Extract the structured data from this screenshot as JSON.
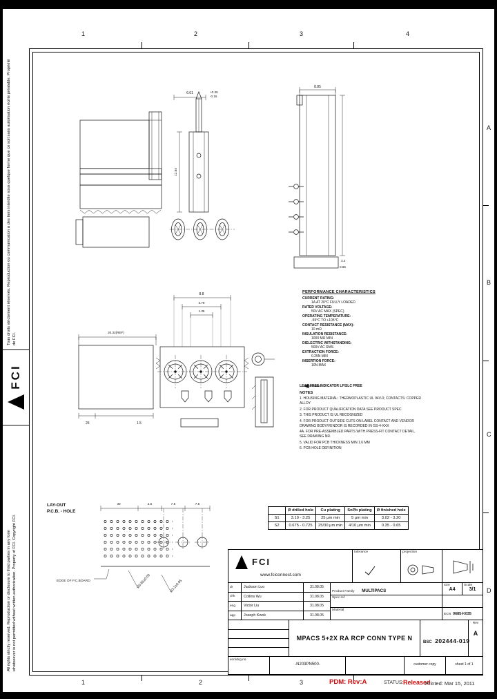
{
  "grid_refs": {
    "top": [
      "1",
      "2",
      "3",
      "4"
    ],
    "bottom": [
      "1",
      "2",
      "3"
    ],
    "right": [
      "A",
      "B",
      "C",
      "D"
    ]
  },
  "footer": {
    "pdm": "PDM: Rev:A",
    "status_label": "STATUS:",
    "status_value": "Released",
    "printed": "Printed: Mar 15, 2011"
  },
  "margin": {
    "fr": "Tous droits strictement réservés. Reproduction ou communication à des tiers interdite sous quelque forme que ce soit sans autorisation écrite préalable. Propriété de FCI.",
    "en": "All rights strictly reserved. Reproduction or disclosure to third parties in any form whatsoever is not permitted without written authorization. Property of FCI. Copyright FCI.",
    "logo_text": "FCI"
  },
  "perf": {
    "title": "PERFORMANCE CHARACTERISTICS",
    "items": [
      {
        "label": "CURRENT RATING:",
        "value": "1A AT 20°C FULLY LOADED"
      },
      {
        "label": "RATED VOLTAGE:",
        "value": "50V AC MAX (SPEC)"
      },
      {
        "label": "OPERATING TEMPERATURE:",
        "value": "-55°C TO +105°C"
      },
      {
        "label": "CONTACT RESISTANCE (MAX):",
        "value": "10 mΩ"
      },
      {
        "label": "INSULATION RESISTANCE:",
        "value": "1000 MΩ MIN"
      },
      {
        "label": "DIELECTRIC WITHSTANDING:",
        "value": "500V AC RMS"
      },
      {
        "label": "EXTRACTION FORCE:",
        "value": "0.25N MIN"
      },
      {
        "label": "INSERTION FORCE:",
        "value": "10N MAX"
      }
    ]
  },
  "notes": {
    "leader": "LEAD FREE INDICATOR LF/SLC FREE",
    "title": "NOTES",
    "lines": [
      "1. HOUSING MATERIAL: THERMOPLASTIC UL 94V-0; CONTACTS: COPPER ALLOY",
      "2. FOR PRODUCT QUALIFICATION DATA SEE PRODUCT SPEC",
      "3. THIS PRODUCT IS UL RECOGNIZED",
      "4. FOR PRODUCT OUTSIDE CUTS ON LABEL CONTACT AND VENDOR DRAWING BODY/VENDOR IS RECORDED IN GS-4-XXX",
      "4A. FOR PRE-ASSEMBLED PARTS WITH PRESS-FIT CONTACT DETAIL, SEE DRAWING NR.",
      "5. VALID FOR PCB THICKNESS MIN 1.6 MM",
      "6. PCB HOLE DEFINITION"
    ]
  },
  "pcb": {
    "label1": "LAY-OUT",
    "label2": "P.C.B. - HOLE",
    "dims": [
      "30",
      "2.5",
      "7.5",
      "7.5"
    ],
    "hole_small": "Ø0.65±0.03",
    "hole_big": "Ø3.2±0.05",
    "edge": "EDGE OF P.C.BOARD"
  },
  "dims": {
    "section_width": "6.61",
    "section_tol_plus": "+0.35",
    "section_tol_minus": "-0.15",
    "section_height": "12.84",
    "side_width": "8.85",
    "side_b1": "3.2",
    "side_b2": "0.65",
    "plan_ref": "20.32(REF)",
    "plan_b1": "25",
    "plan_b2": "1.5",
    "front_w1": "8.8",
    "front_w2": "3.79",
    "front_w3": "1.35"
  },
  "plating_table": {
    "headers": [
      "Ø drilled hole",
      "Cu plating",
      "SnPb plating",
      "Ø finished hole"
    ],
    "rows": [
      {
        "id": "S1",
        "cells": [
          "3.19 - 3.25",
          "25 μm min",
          "5 μm min",
          "3.02 - 3.20"
        ]
      },
      {
        "id": "S2",
        "cells": [
          "0.675 - 0.725",
          "25/30 μm min",
          "4/10 μm min",
          "0.35 - 0.65"
        ]
      }
    ]
  },
  "title_block": {
    "url": "www.fciconnect.com",
    "logo_text": "FCI",
    "tolerance_label": "tolerance",
    "projection_label": "projection",
    "size_label": "size",
    "size_value": "A4",
    "scale_label": "Scale",
    "scale_value": "3/1",
    "approvals": [
      {
        "role": "dr",
        "name": "Jackson Luo",
        "date": "31.08.05"
      },
      {
        "role": "chk",
        "name": "Collins Wu",
        "date": "31.08.05"
      },
      {
        "role": "eng",
        "name": "Victor Liu",
        "date": "31.08.05"
      },
      {
        "role": "app",
        "name": "Joseph Kwok",
        "date": "31.08.05"
      }
    ],
    "product_family_label": "Product Family",
    "product_family_value": "MULTIPACS",
    "spec_ref_label": "Spec ref",
    "material_label": "Material",
    "ecn_label": "ECN",
    "ecn_value": "0685-K035",
    "title": "MPACS 5+2X RA RCP CONN TYPE N",
    "number_prefix": "BSC",
    "number": "202444-019",
    "rev_label": "Rev",
    "rev_value": "A",
    "ecn_dcg_label": "ecn/dcg no",
    "doc_code": "-N203PN500-",
    "customer_copy": "customer copy",
    "sheet": "sheet 1 of 1"
  }
}
